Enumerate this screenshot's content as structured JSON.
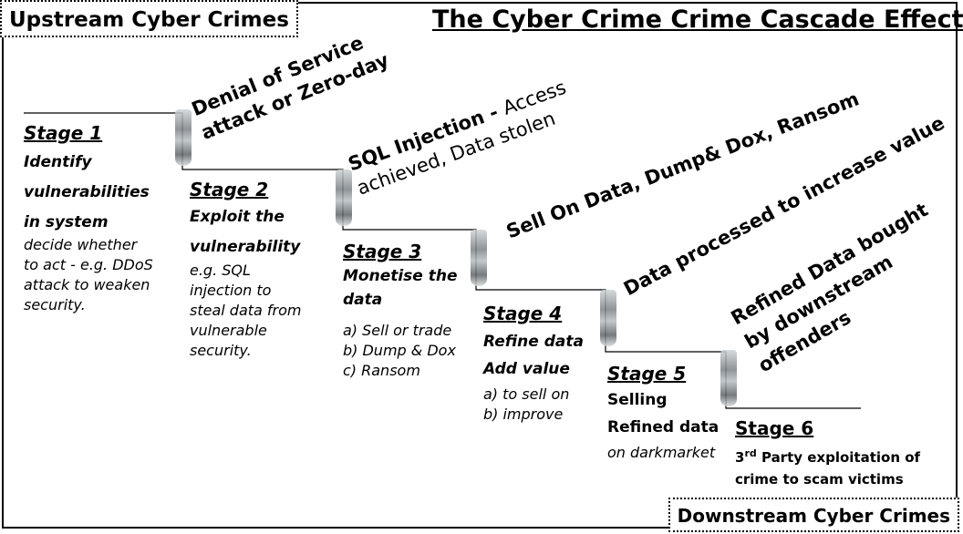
{
  "title": "The Cyber Crime Crime Cascade Effect",
  "upstream_label": "Upstream Cyber Crimes",
  "downstream_label": "Downstream Cyber Crimes",
  "stages": [
    {
      "heading": "Stage 1",
      "bold_lines": [
        "Identify",
        "vulnerabilities",
        "in system"
      ],
      "italic_lines": [
        "decide whether",
        "to act - e.g. DDoS",
        "attack to weaken",
        "security."
      ]
    },
    {
      "heading": "Stage 2",
      "bold_lines": [
        "Exploit the",
        "vulnerability"
      ],
      "italic_lines": [
        "e.g. SQL",
        "injection to",
        "steal data from",
        "vulnerable",
        "security."
      ]
    },
    {
      "heading": "Stage 3",
      "bold_lines": [
        "Monetise the",
        "data"
      ],
      "italic_lines": [
        "a) Sell or trade",
        "b) Dump & Dox",
        "c) Ransom"
      ]
    },
    {
      "heading": "Stage 4",
      "bold_lines": [
        "Refine data",
        "Add value"
      ],
      "italic_lines": [
        "a) to sell on",
        "b) improve"
      ]
    },
    {
      "heading": "Stage 5",
      "bold_lines": [
        "Selling",
        "Refined data"
      ],
      "italic_lines": [
        "on darkmarket"
      ]
    },
    {
      "heading": "Stage 6",
      "line1_prefix": "3",
      "line1_sup": "rd",
      "line1_rest": " Party exploitation of",
      "line2": "crime to scam victims"
    }
  ],
  "cascade_labels": [
    {
      "lines": [
        "Denial of Service",
        "attack or Zero-day"
      ]
    },
    {
      "bold": "SQL Injection - ",
      "light": "Access",
      "line2": "achieved, Data stolen"
    },
    {
      "line": "Sell On Data, Dump& Dox, Ransom"
    },
    {
      "line": "Data processed to increase value"
    },
    {
      "lines": [
        "Refined Data bought",
        "by downstream",
        "offenders"
      ]
    }
  ]
}
